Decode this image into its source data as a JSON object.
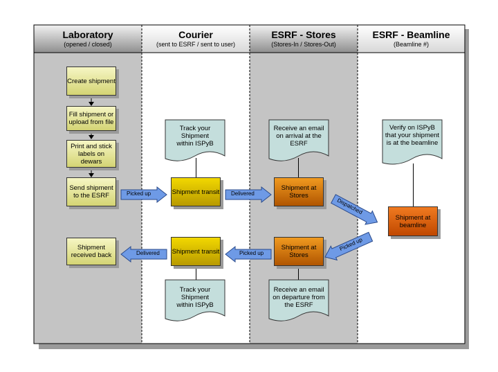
{
  "lanes": [
    {
      "title": "Laboratory",
      "subtitle": "(opened / closed)"
    },
    {
      "title": "Courier",
      "subtitle": "(sent to ESRF / sent to user)"
    },
    {
      "title": "ESRF - Stores",
      "subtitle": "(Stores-In / Stores-Out)"
    },
    {
      "title": "ESRF - Beamline",
      "subtitle": "(Beamline #)"
    }
  ],
  "lab_steps": {
    "create": "Create shipment",
    "fill": "Fill shipment or upload from file",
    "print": "Print and stick labels on dewars",
    "send": "Send shipment to the ESRF",
    "received": "Shipment received back"
  },
  "courier": {
    "track_top": "Track your Shipment within ISPyB",
    "transit_top": "Shipment transit",
    "transit_bottom": "Shipment transit",
    "track_bottom": "Track your Shipment within ISPyB"
  },
  "stores": {
    "email_arrival": "Receive an email on arrival at the ESRF",
    "at_stores_top": "Shipment at Stores",
    "at_stores_bottom": "Shipment at Stores",
    "email_departure": "Receive an email on departure from the ESRF"
  },
  "beamline": {
    "verify": "Verify on ISPyB that your shipment is at the beamline",
    "at_beamline": "Shipment at beamline"
  },
  "arrow_labels": {
    "picked_up_1": "Picked up",
    "delivered_1": "Delivered",
    "dispatched": "Dispatched",
    "picked_up_2": "Picked up",
    "picked_up_3": "Picked up",
    "delivered_2": "Delivered"
  },
  "colors": {
    "lane_grey": "#c4c4c4",
    "header_dark": "#8a8a8a",
    "arrow_blue": "#6e9ae6",
    "doc_fill": "#c4dedc"
  }
}
